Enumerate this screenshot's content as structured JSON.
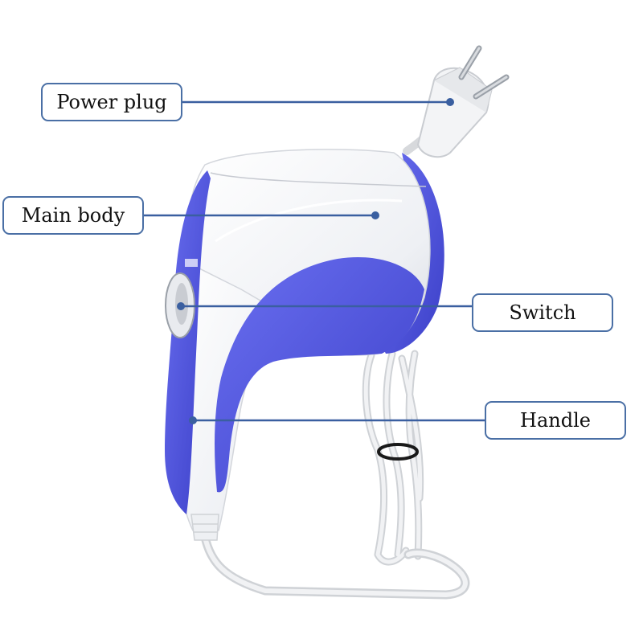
{
  "labels": {
    "power_plug": "Power plug",
    "main_body": "Main body",
    "switch": "Switch",
    "handle": "Handle"
  },
  "colors": {
    "accent_blue": "#4a4fd4",
    "leader_line": "#3a5fa0",
    "label_border": "#4a6fa5",
    "device_white": "#f4f5f8",
    "cord_gray": "#dfe1e4"
  }
}
